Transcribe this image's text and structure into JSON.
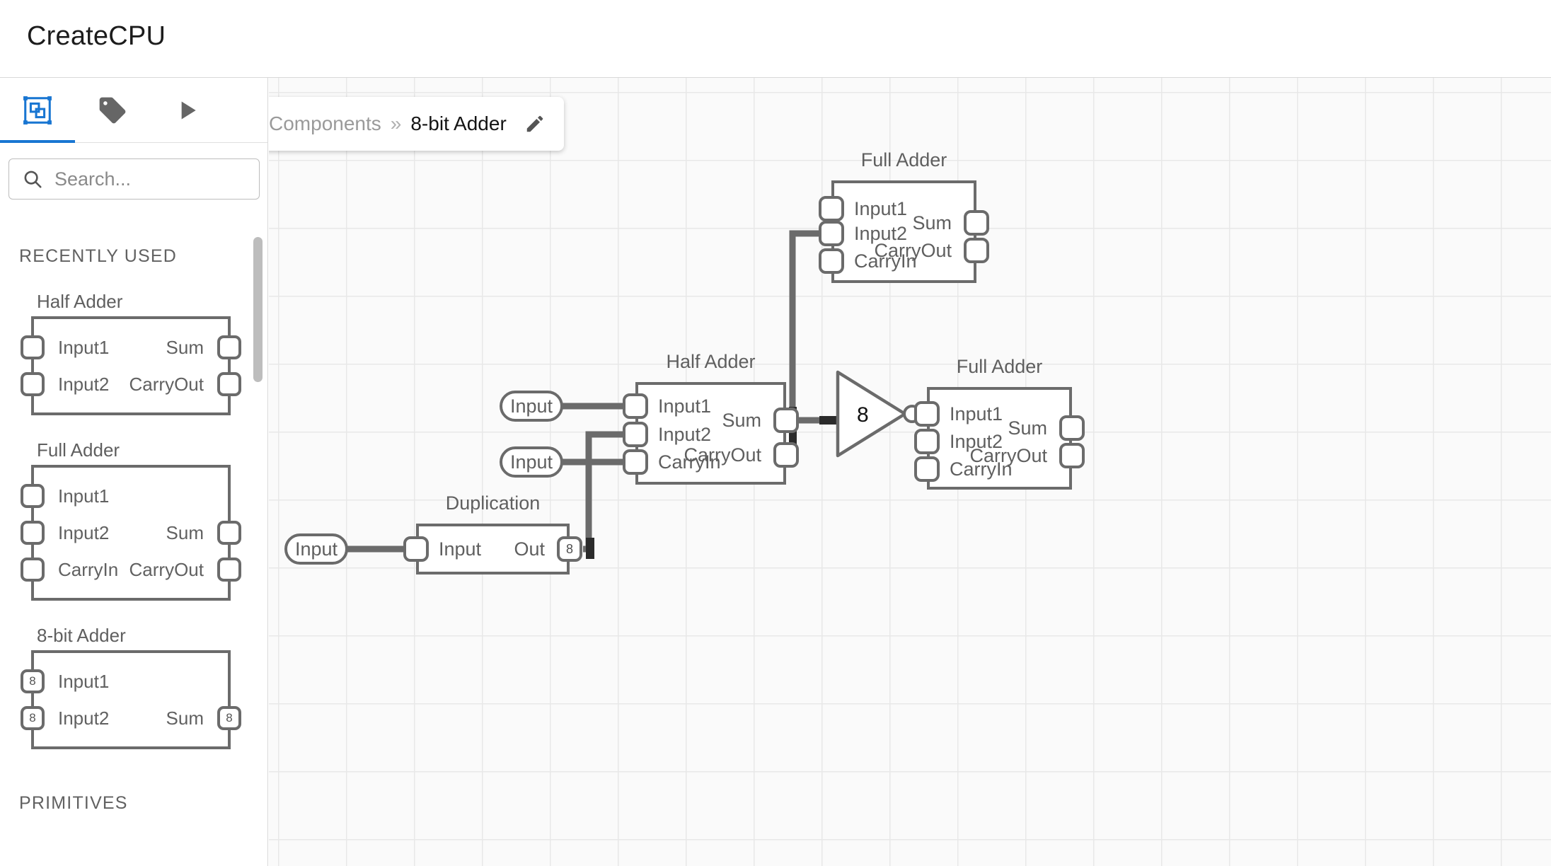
{
  "app": {
    "title": "CreateCPU"
  },
  "toolbar": {
    "tabs": [
      {
        "name": "components-tab",
        "icon": "component-icon",
        "active": true
      },
      {
        "name": "labels-tab",
        "icon": "tag-icon",
        "active": false
      },
      {
        "name": "run-tab",
        "icon": "play-icon",
        "active": false
      }
    ]
  },
  "search": {
    "placeholder": "Search...",
    "value": "",
    "icon": "search-icon"
  },
  "sidebar": {
    "sections": [
      {
        "heading": "RECENTLY USED"
      },
      {
        "heading": "PRIMITIVES"
      }
    ],
    "recently_used": [
      {
        "title": "Half Adder",
        "inputs": [
          {
            "label": "Input1",
            "width": ""
          },
          {
            "label": "Input2",
            "width": ""
          }
        ],
        "outputs": [
          {
            "label": "Sum",
            "width": ""
          },
          {
            "label": "CarryOut",
            "width": ""
          }
        ]
      },
      {
        "title": "Full Adder",
        "inputs": [
          {
            "label": "Input1",
            "width": ""
          },
          {
            "label": "Input2",
            "width": ""
          },
          {
            "label": "CarryIn",
            "width": ""
          }
        ],
        "outputs": [
          {
            "label": "Sum",
            "width": ""
          },
          {
            "label": "CarryOut",
            "width": ""
          }
        ]
      },
      {
        "title": "8-bit Adder",
        "inputs": [
          {
            "label": "Input1",
            "width": "8"
          },
          {
            "label": "Input2",
            "width": "8"
          }
        ],
        "outputs": [
          {
            "label": "Sum",
            "width": "8"
          }
        ]
      }
    ]
  },
  "breadcrumb": {
    "back_icon": "arrow-left-icon",
    "parent": "Components",
    "separator": "»",
    "current": "8-bit Adder",
    "edit_icon": "pencil-icon"
  },
  "canvas": {
    "grid_size": 96,
    "nodes": [
      {
        "id": "full-adder-top",
        "type": "component",
        "title": "Full Adder",
        "inputs": [
          "Input1",
          "Input2",
          "CarryIn"
        ],
        "outputs": [
          "Sum",
          "CarryOut"
        ]
      },
      {
        "id": "half-adder-mid",
        "type": "component",
        "title": "Half Adder",
        "inputs": [
          "Input1",
          "Input2",
          "CarryIn"
        ],
        "outputs": [
          "Sum",
          "CarryOut"
        ]
      },
      {
        "id": "full-adder-right",
        "type": "component",
        "title": "Full Adder",
        "inputs": [
          "Input1",
          "Input2",
          "CarryIn"
        ],
        "outputs": [
          "Sum",
          "CarryOut"
        ]
      },
      {
        "id": "duplication",
        "type": "component",
        "title": "Duplication",
        "inputs": [
          "Input"
        ],
        "outputs": [
          "Out"
        ],
        "output_widths": [
          "8"
        ]
      },
      {
        "id": "not-gate",
        "type": "inverter",
        "label": "8"
      }
    ],
    "input_pins": [
      {
        "id": "input-pin-1",
        "label": "Input"
      },
      {
        "id": "input-pin-2",
        "label": "Input"
      },
      {
        "id": "input-pin-3",
        "label": "Input"
      }
    ]
  },
  "colors": {
    "accent": "#1976d2",
    "wire": "#6b6b6b",
    "node_stroke": "#6b6b6b",
    "grid": "#e8e8e8",
    "canvas_bg": "#fafafa",
    "text": "#5f5f5f"
  }
}
